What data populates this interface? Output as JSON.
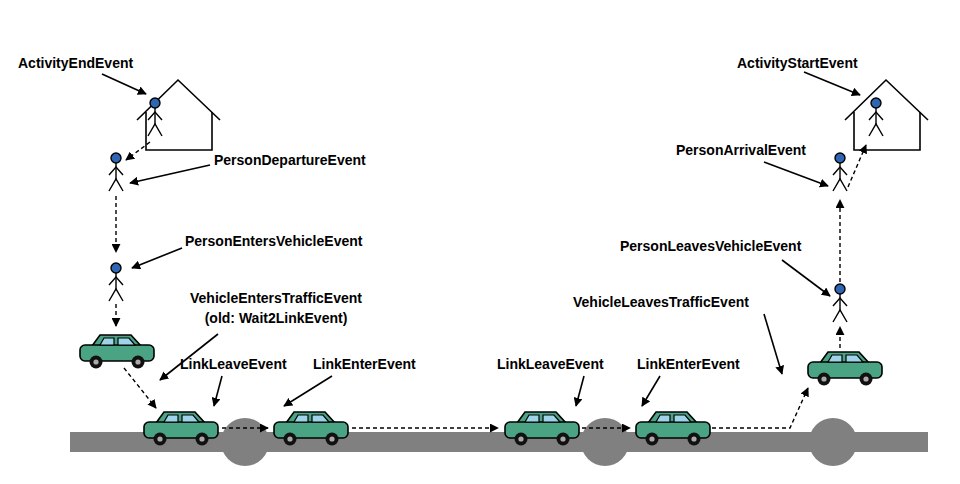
{
  "diagram": {
    "labels": [
      "ActivityEndEvent",
      "PersonDepartureEvent",
      "PersonEntersVehicleEvent",
      "VehicleEntersTrafficEvent (old: Wait2LinkEvent)",
      "LinkLeaveEvent",
      "LinkEnterEvent",
      "LinkLeaveEvent",
      "LinkEnterEvent",
      "VehicleLeavesTrafficEvent",
      "PersonLeavesVehicleEvent",
      "PersonArrivalEvent",
      "ActivityStartEvent"
    ]
  }
}
